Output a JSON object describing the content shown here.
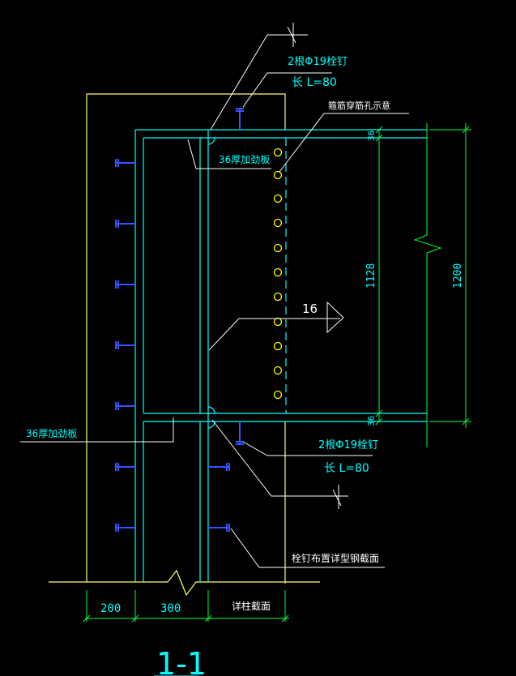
{
  "colors": {
    "background": "#000000",
    "column_outline": "#ffff66",
    "steel": "#00ffff",
    "studs": "#3355ff",
    "holes": "#ffff00",
    "leaders": "#ffffff",
    "dimensions": "#00ff33",
    "text": "#00ffff"
  },
  "annotations": {
    "stud_top_line1": "2根Φ19栓钉",
    "stud_top_line2": "长 L=80",
    "rebar_hole_note": "箍筋穿筋孔示意",
    "stiffener_top": "36厚加劲板",
    "weld_size": "16",
    "stiffener_left": "36厚加劲板",
    "stud_bottom_line1": "2根Φ19栓钉",
    "stud_bottom_line2": "长 L=80",
    "stud_layout_note": "栓钉布置详型钢截面"
  },
  "dimensions": {
    "plate_top": "36",
    "plate_bottom": "36",
    "inner_height": "1128",
    "total_height": "1200",
    "width_left": "200",
    "width_middle": "300",
    "width_right": "详柱截面"
  },
  "section_label": "1-1"
}
